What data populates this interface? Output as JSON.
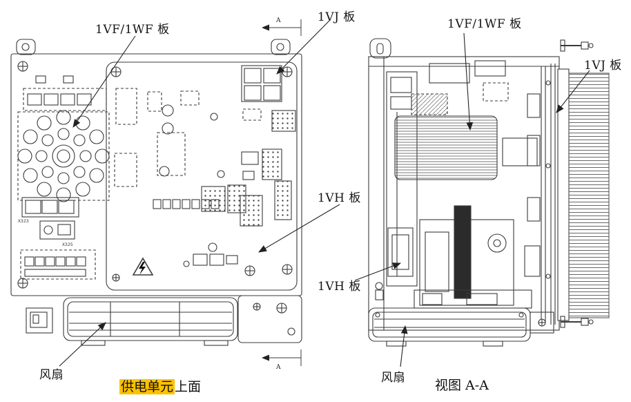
{
  "diagram": {
    "labels": {
      "vf_wf_left": "1VF/1WF 板",
      "vj_left": "1VJ 板",
      "vh_left": "1VH 板",
      "fan_left": "风扇",
      "vf_wf_right": "1VF/1WF 板",
      "vj_right": "1VJ 板",
      "vh_right": "1VH 板",
      "fan_right": "风扇",
      "section_top": "A",
      "section_bottom": "A"
    },
    "captions": {
      "left_highlight": "供电单元",
      "left_rest": "上面",
      "right": "视图 A-A"
    },
    "parts": {
      "x323": "X323",
      "x325": "X325"
    },
    "colors": {
      "highlight": "#fcc200",
      "line": "#3a3a3a"
    }
  }
}
